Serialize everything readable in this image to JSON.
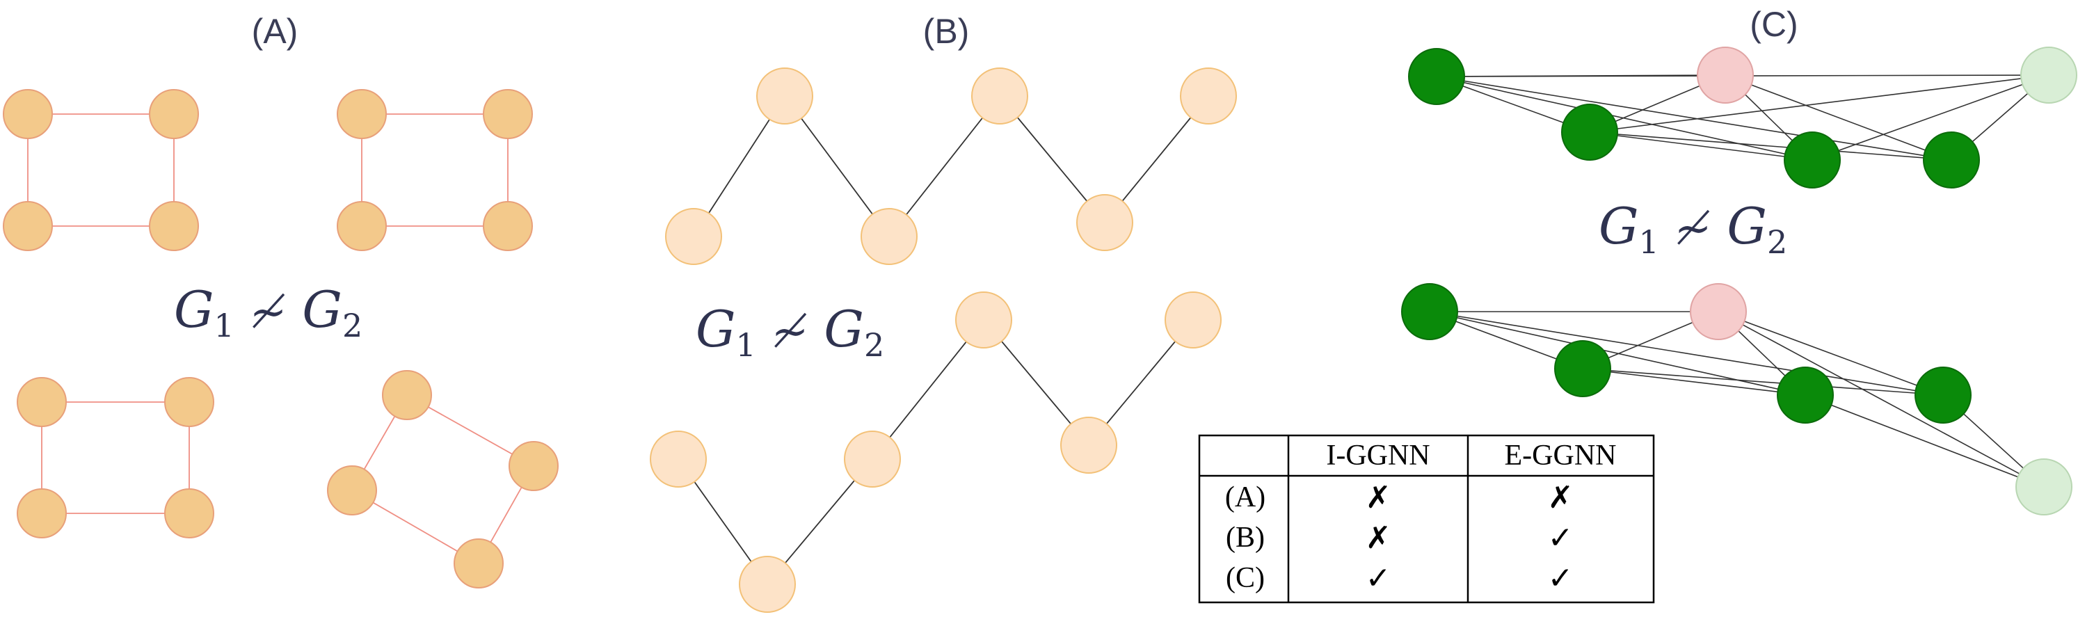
{
  "panels": [
    {
      "label": "(A)",
      "equation": {
        "left": "G",
        "left_sub": "1",
        "operator": "≁",
        "right": "G",
        "right_sub": "2"
      }
    },
    {
      "label": "(B)",
      "equation": {
        "left": "G",
        "left_sub": "1",
        "operator": "≁",
        "right": "G",
        "right_sub": "2"
      }
    },
    {
      "label": "(C)",
      "equation": {
        "left": "G",
        "left_sub": "1",
        "operator": "≁",
        "right": "G",
        "right_sub": "2"
      }
    }
  ],
  "table": {
    "headers": [
      "",
      "I-GGNN",
      "E-GGNN"
    ],
    "rows": [
      {
        "label": "(A)",
        "i_ggnn": "✗",
        "e_ggnn": "✗"
      },
      {
        "label": "(B)",
        "i_ggnn": "✗",
        "e_ggnn": "✓"
      },
      {
        "label": "(C)",
        "i_ggnn": "✓",
        "e_ggnn": "✓"
      }
    ]
  },
  "colors": {
    "a_node_fill": "#f3c98b",
    "a_node_stroke": "#e8a07a",
    "a_edge": "#ef8f84",
    "b_node_fill": "#fde3c8",
    "b_node_stroke": "#f3c178",
    "b_edge": "#333333",
    "c_green": "#0a8a0a",
    "c_green_stroke": "#0b6b0b",
    "c_pink": "#f6cccc",
    "c_pink_stroke": "#e0a4a4",
    "c_light_green": "#d9eed6",
    "c_light_green_stroke": "#b8d6b2",
    "c_edge": "#333333"
  }
}
